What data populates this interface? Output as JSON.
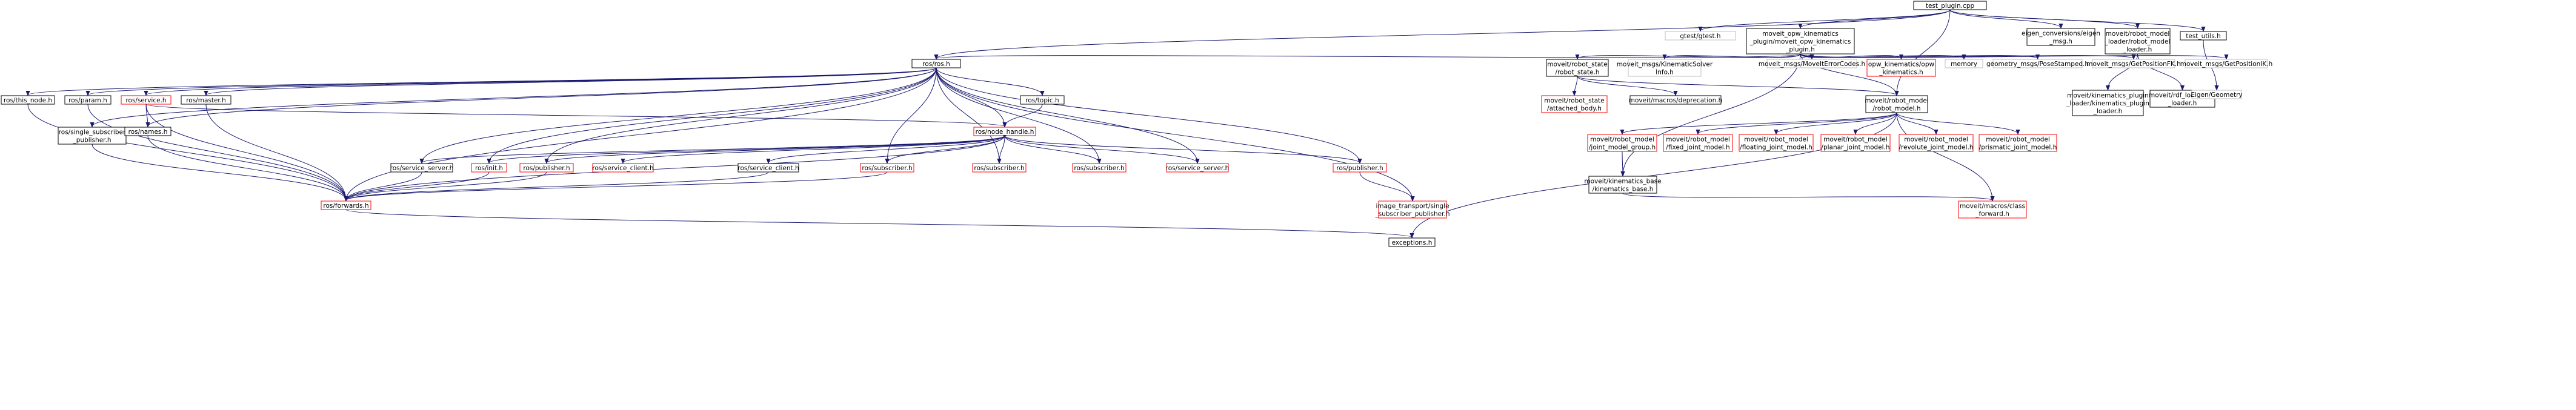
{
  "graph": {
    "root": "test_plugin.cpp",
    "colors": {
      "root_fill": "#bfbfbf",
      "normal_border": "#000000",
      "missing_border": "#ff0000",
      "external_border": "#bfbfbf",
      "edge": "#191970"
    },
    "nodes": [
      {
        "id": "test_plugin",
        "lines": [
          "test_plugin.cpp"
        ],
        "style": "root"
      },
      {
        "id": "gtest",
        "lines": [
          "gtest/gtest.h"
        ],
        "style": "external"
      },
      {
        "id": "opw_plugin",
        "lines": [
          "moveit_opw_kinematics",
          "_plugin/moveit_opw_kinematics",
          "_plugin.h"
        ],
        "style": "normal"
      },
      {
        "id": "eigen_conv",
        "lines": [
          "eigen_conversions/eigen",
          "_msg.h"
        ],
        "style": "normal"
      },
      {
        "id": "rml_loader",
        "lines": [
          "moveit/robot_model",
          "_loader/robot_model",
          "_loader.h"
        ],
        "style": "normal"
      },
      {
        "id": "test_utils",
        "lines": [
          "test_utils.h"
        ],
        "style": "normal"
      },
      {
        "id": "ros_ros",
        "lines": [
          "ros/ros.h"
        ],
        "style": "normal"
      },
      {
        "id": "robot_state",
        "lines": [
          "moveit/robot_state",
          "/robot_state.h"
        ],
        "style": "normal"
      },
      {
        "id": "kin_solver_info",
        "lines": [
          "moveit_msgs/KinematicSolver",
          "Info.h"
        ],
        "style": "external"
      },
      {
        "id": "moveit_error",
        "lines": [
          "moveit_msgs/MoveItErrorCodes.h"
        ],
        "style": "external"
      },
      {
        "id": "opw_kin",
        "lines": [
          "opw_kinematics/opw",
          "_kinematics.h"
        ],
        "style": "missing"
      },
      {
        "id": "memory",
        "lines": [
          "memory"
        ],
        "style": "external"
      },
      {
        "id": "pose_stamped",
        "lines": [
          "geometry_msgs/PoseStamped.h"
        ],
        "style": "external"
      },
      {
        "id": "get_fk",
        "lines": [
          "moveit_msgs/GetPositionFK.h"
        ],
        "style": "external"
      },
      {
        "id": "get_ik",
        "lines": [
          "moveit_msgs/GetPositionIK.h"
        ],
        "style": "external"
      },
      {
        "id": "kin_plugin_loader",
        "lines": [
          "moveit/kinematics_plugin",
          "_loader/kinematics_plugin",
          "_loader.h"
        ],
        "style": "normal"
      },
      {
        "id": "rdf_loader",
        "lines": [
          "moveit/rdf_loader/rdf",
          "_loader.h"
        ],
        "style": "normal"
      },
      {
        "id": "eigen_geom",
        "lines": [
          "Eigen/Geometry"
        ],
        "style": "external"
      },
      {
        "id": "this_node",
        "lines": [
          "ros/this_node.h"
        ],
        "style": "normal"
      },
      {
        "id": "param",
        "lines": [
          "ros/param.h"
        ],
        "style": "normal"
      },
      {
        "id": "service",
        "lines": [
          "ros/service.h"
        ],
        "style": "missing"
      },
      {
        "id": "master",
        "lines": [
          "ros/master.h"
        ],
        "style": "normal"
      },
      {
        "id": "topic",
        "lines": [
          "ros/topic.h"
        ],
        "style": "normal"
      },
      {
        "id": "attached_body",
        "lines": [
          "moveit/robot_state",
          "/attached_body.h"
        ],
        "style": "missing"
      },
      {
        "id": "deprecation",
        "lines": [
          "moveit/macros/deprecation.h"
        ],
        "style": "normal"
      },
      {
        "id": "robot_model",
        "lines": [
          "moveit/robot_model",
          "/robot_model.h"
        ],
        "style": "normal"
      },
      {
        "id": "single_sub_pub",
        "lines": [
          "ros/single_subscriber",
          "_publisher.h"
        ],
        "style": "normal"
      },
      {
        "id": "names",
        "lines": [
          "ros/names.h"
        ],
        "style": "normal"
      },
      {
        "id": "node_handle",
        "lines": [
          "ros/node_handle.h"
        ],
        "style": "missing"
      },
      {
        "id": "jmg",
        "lines": [
          "moveit/robot_model",
          "/joint_model_group.h"
        ],
        "style": "missing"
      },
      {
        "id": "fixed_jm",
        "lines": [
          "moveit/robot_model",
          "/fixed_joint_model.h"
        ],
        "style": "missing"
      },
      {
        "id": "floating_jm",
        "lines": [
          "moveit/robot_model",
          "/floating_joint_model.h"
        ],
        "style": "missing"
      },
      {
        "id": "planar_jm",
        "lines": [
          "moveit/robot_model",
          "/planar_joint_model.h"
        ],
        "style": "missing"
      },
      {
        "id": "revolute_jm",
        "lines": [
          "moveit/robot_model",
          "/revolute_joint_model.h"
        ],
        "style": "missing"
      },
      {
        "id": "prismatic_jm",
        "lines": [
          "moveit/robot_model",
          "/prismatic_joint_model.h"
        ],
        "style": "missing"
      },
      {
        "id": "svc_server_1",
        "lines": [
          "ros/service_server.h"
        ],
        "style": "normal"
      },
      {
        "id": "init",
        "lines": [
          "ros/init.h"
        ],
        "style": "missing"
      },
      {
        "id": "publisher_1",
        "lines": [
          "ros/publisher.h"
        ],
        "style": "missing"
      },
      {
        "id": "svc_client_1",
        "lines": [
          "ros/service_client.h"
        ],
        "style": "missing"
      },
      {
        "id": "svc_client_2",
        "lines": [
          "ros/service_client.h"
        ],
        "style": "normal"
      },
      {
        "id": "subscriber_1",
        "lines": [
          "ros/subscriber.h"
        ],
        "style": "missing"
      },
      {
        "id": "subscriber_2",
        "lines": [
          "ros/subscriber.h"
        ],
        "style": "missing"
      },
      {
        "id": "subscriber_3",
        "lines": [
          "ros/subscriber.h"
        ],
        "style": "missing"
      },
      {
        "id": "svc_server_2",
        "lines": [
          "ros/service_server.h"
        ],
        "style": "missing"
      },
      {
        "id": "publisher_2",
        "lines": [
          "ros/publisher.h"
        ],
        "style": "missing"
      },
      {
        "id": "kinematics_base",
        "lines": [
          "moveit/kinematics_base",
          "/kinematics_base.h"
        ],
        "style": "normal"
      },
      {
        "id": "forwards",
        "lines": [
          "ros/forwards.h"
        ],
        "style": "missing"
      },
      {
        "id": "img_transport",
        "lines": [
          "image_transport/single",
          "_subscriber_publisher.h"
        ],
        "style": "missing"
      },
      {
        "id": "class_forward",
        "lines": [
          "moveit/macros/class",
          "_forward.h"
        ],
        "style": "missing"
      },
      {
        "id": "exceptions",
        "lines": [
          "exceptions.h"
        ],
        "style": "normal"
      }
    ]
  }
}
